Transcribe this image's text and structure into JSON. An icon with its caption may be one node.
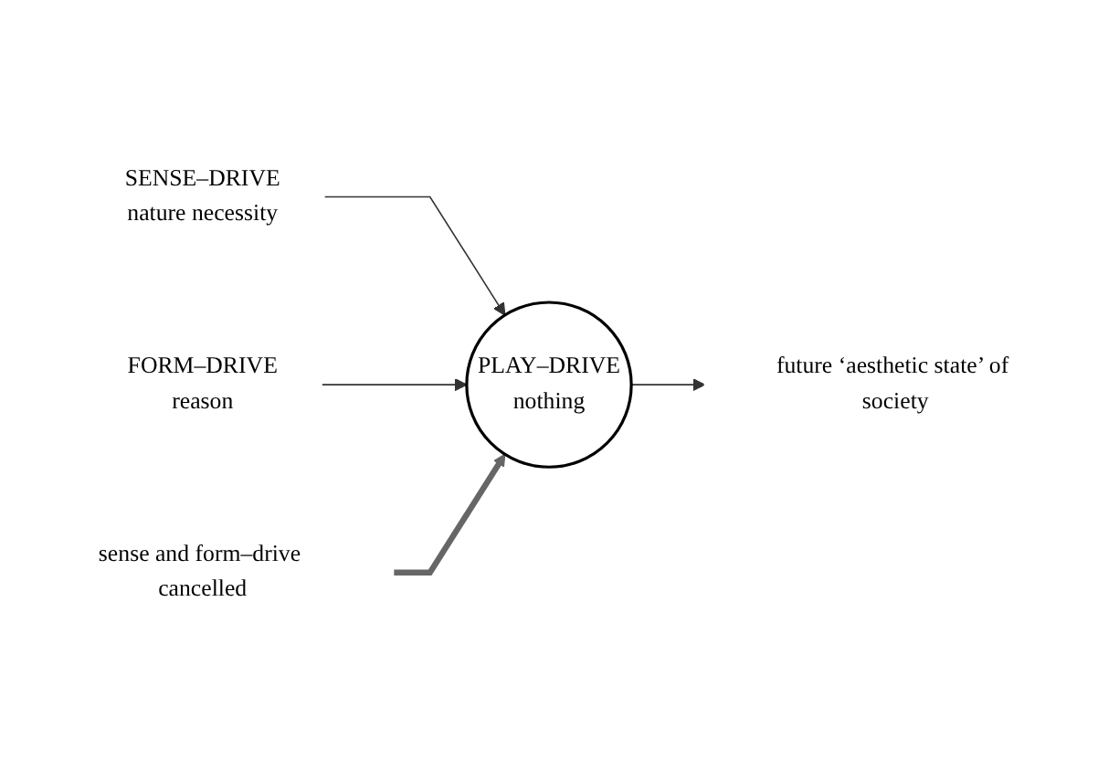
{
  "diagram": {
    "nodes": [
      {
        "text": [
          "SENSE–DRIVE",
          "nature necessity"
        ]
      },
      {
        "text": [
          "FORM–DRIVE",
          "reason"
        ]
      },
      {
        "text": [
          "PLAY–DRIVE",
          "nothing"
        ]
      },
      {
        "text": [
          "future ‘aesthetic state’ of society"
        ]
      },
      {
        "text": [
          "sense and form–drive cancelled"
        ]
      }
    ],
    "edges": [
      {
        "from": 0,
        "to": 2,
        "arrow": "to"
      },
      {
        "from": 1,
        "to": 2,
        "arrow": "to"
      },
      {
        "from": 2,
        "to": 3,
        "arrow": "to"
      },
      {
        "from": 4,
        "to": 2,
        "arrow": "to",
        "style": "thick",
        "color": "#666666"
      }
    ]
  }
}
